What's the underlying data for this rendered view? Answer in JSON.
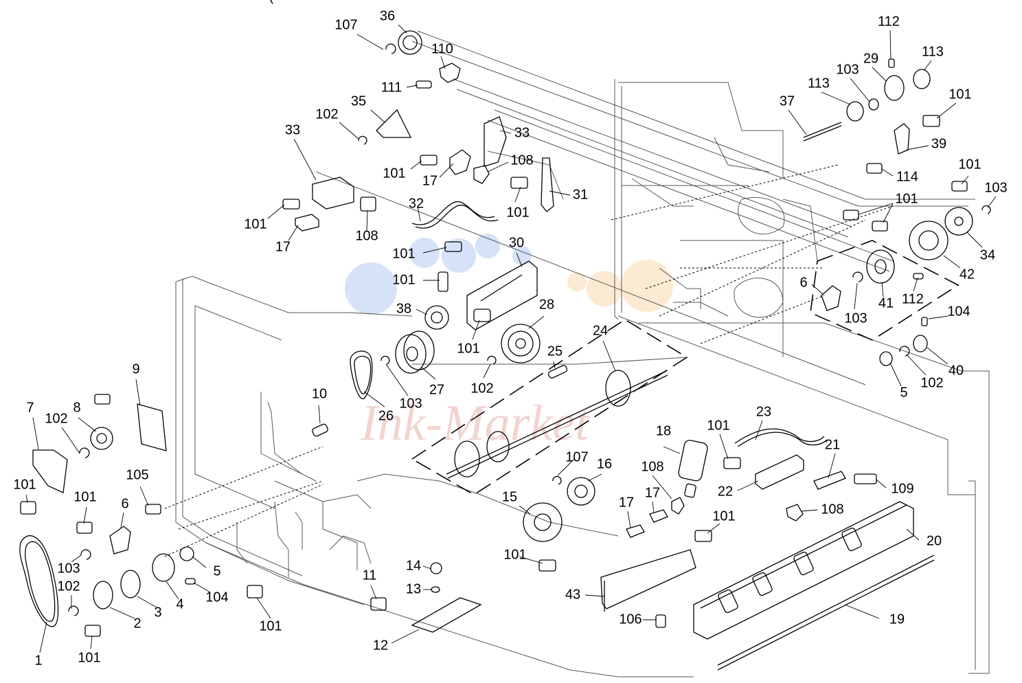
{
  "header": {
    "title_fragment": "("
  },
  "watermark": {
    "text": "Ink-Market",
    "dot_colors": [
      "#c7d8f5",
      "#fde5c8"
    ]
  },
  "callouts": [
    {
      "label": "107"
    },
    {
      "label": "36"
    },
    {
      "label": "110"
    },
    {
      "label": "111"
    },
    {
      "label": "35"
    },
    {
      "label": "102"
    },
    {
      "label": "33"
    },
    {
      "label": "33"
    },
    {
      "label": "101"
    },
    {
      "label": "108"
    },
    {
      "label": "17"
    },
    {
      "label": "101"
    },
    {
      "label": "31"
    },
    {
      "label": "32"
    },
    {
      "label": "101"
    },
    {
      "label": "108"
    },
    {
      "label": "17"
    },
    {
      "label": "112"
    },
    {
      "label": "113"
    },
    {
      "label": "29"
    },
    {
      "label": "103"
    },
    {
      "label": "113"
    },
    {
      "label": "37"
    },
    {
      "label": "101"
    },
    {
      "label": "39"
    },
    {
      "label": "114"
    },
    {
      "label": "101"
    },
    {
      "label": "103"
    },
    {
      "label": "101"
    },
    {
      "label": "34"
    },
    {
      "label": "42"
    },
    {
      "label": "6"
    },
    {
      "label": "103"
    },
    {
      "label": "41"
    },
    {
      "label": "112"
    },
    {
      "label": "104"
    },
    {
      "label": "40"
    },
    {
      "label": "102"
    },
    {
      "label": "5"
    },
    {
      "label": "101"
    },
    {
      "label": "30"
    },
    {
      "label": "101"
    },
    {
      "label": "38"
    },
    {
      "label": "28"
    },
    {
      "label": "101"
    },
    {
      "label": "24"
    },
    {
      "label": "25"
    },
    {
      "label": "102"
    },
    {
      "label": "27"
    },
    {
      "label": "103"
    },
    {
      "label": "26"
    },
    {
      "label": "10"
    },
    {
      "label": "9"
    },
    {
      "label": "7"
    },
    {
      "label": "102"
    },
    {
      "label": "8"
    },
    {
      "label": "105"
    },
    {
      "label": "101"
    },
    {
      "label": "101"
    },
    {
      "label": "6"
    },
    {
      "label": "103"
    },
    {
      "label": "102"
    },
    {
      "label": "5"
    },
    {
      "label": "104"
    },
    {
      "label": "4"
    },
    {
      "label": "3"
    },
    {
      "label": "2"
    },
    {
      "label": "1"
    },
    {
      "label": "101"
    },
    {
      "label": "101"
    },
    {
      "label": "11"
    },
    {
      "label": "14"
    },
    {
      "label": "13"
    },
    {
      "label": "12"
    },
    {
      "label": "18"
    },
    {
      "label": "107"
    },
    {
      "label": "16"
    },
    {
      "label": "15"
    },
    {
      "label": "108"
    },
    {
      "label": "17"
    },
    {
      "label": "17"
    },
    {
      "label": "101"
    },
    {
      "label": "101"
    },
    {
      "label": "43"
    },
    {
      "label": "106"
    },
    {
      "label": "23"
    },
    {
      "label": "101"
    },
    {
      "label": "21"
    },
    {
      "label": "22"
    },
    {
      "label": "109"
    },
    {
      "label": "108"
    },
    {
      "label": "20"
    },
    {
      "label": "19"
    }
  ]
}
